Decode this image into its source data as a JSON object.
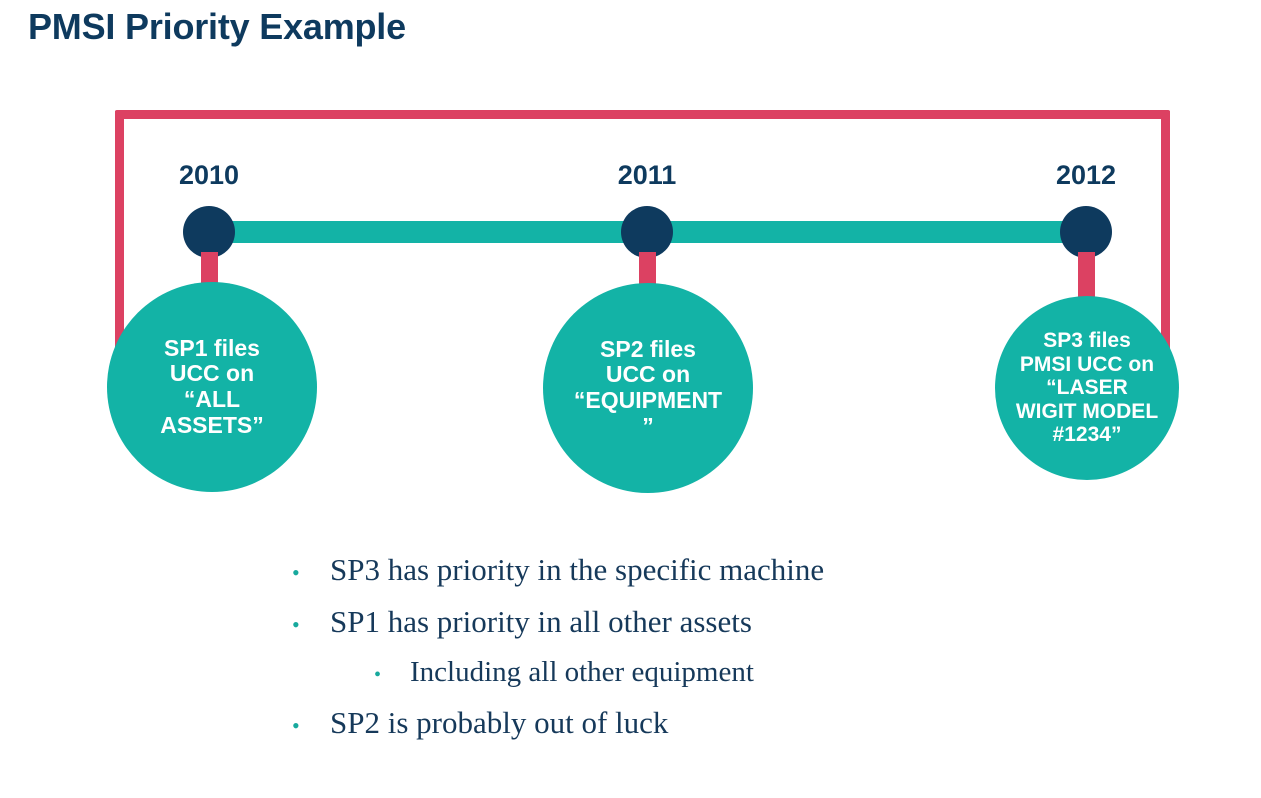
{
  "slide": {
    "title": "PMSI Priority Example"
  },
  "colors": {
    "navy": "#0E3A5E",
    "teal": "#13B3A6",
    "pink": "#DC4162",
    "bullet_text": "#16395A",
    "bubble_text": "#FFFFFF",
    "background": "#FFFFFF"
  },
  "timeline": {
    "nodes": [
      {
        "year": "2010",
        "bubble_text": "SP1 files\nUCC on\n“ALL\nASSETS”"
      },
      {
        "year": "2011",
        "bubble_text": "SP2 files\nUCC on\n“EQUIPMENT\n”"
      },
      {
        "year": "2012",
        "bubble_text": "SP3 files\nPMSI UCC on\n“LASER\nWIGIT MODEL\n#1234”"
      }
    ]
  },
  "bullets": [
    {
      "level": 1,
      "marker": "•",
      "text": "SP3 has priority in the specific machine"
    },
    {
      "level": 1,
      "marker": "•",
      "text": "SP1 has priority in all other assets"
    },
    {
      "level": 2,
      "marker": "•",
      "text": "Including all other equipment"
    },
    {
      "level": 1,
      "marker": "•",
      "text": "SP2 is probably out of luck"
    }
  ]
}
